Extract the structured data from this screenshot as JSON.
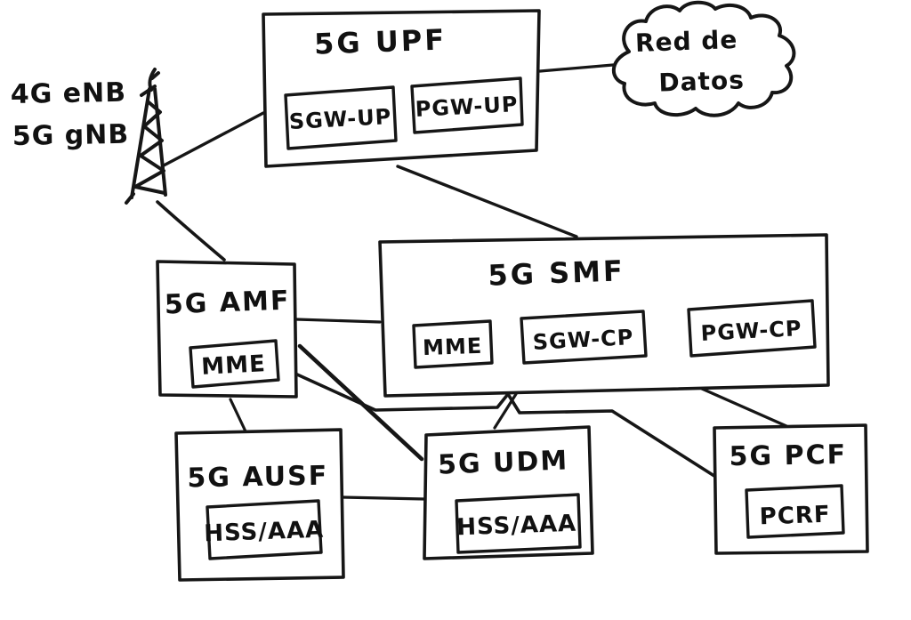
{
  "diagram": {
    "description": "Hand-drawn mapping of 4G EPC elements onto 5G core network functions",
    "colors": {
      "ink": "#161616",
      "background": "#ffffff"
    },
    "nodes": {
      "ran": {
        "line1": "4G eNB",
        "line2": "5G gNB",
        "icon": "radio-tower-icon"
      },
      "upf": {
        "title": "5G UPF",
        "sub1": "SGW-UP",
        "sub2": "PGW-UP"
      },
      "cloud": {
        "line1": "Red de",
        "line2": "Datos"
      },
      "amf": {
        "title": "5G AMF",
        "sub1": "MME"
      },
      "smf": {
        "title": "5G SMF",
        "sub1": "MME",
        "sub2": "SGW-CP",
        "sub3": "PGW-CP"
      },
      "ausf": {
        "title": "5G AUSF",
        "sub1": "HSS/AAA"
      },
      "udm": {
        "title": "5G UDM",
        "sub1": "HSS/AAA"
      },
      "pcf": {
        "title": "5G PCF",
        "sub1": "PCRF"
      }
    },
    "edges": [
      {
        "from": "ran-tower",
        "to": "5g-upf"
      },
      {
        "from": "ran-tower",
        "to": "5g-amf"
      },
      {
        "from": "5g-upf",
        "to": "red-de-datos-cloud"
      },
      {
        "from": "5g-upf",
        "to": "5g-smf"
      },
      {
        "from": "5g-amf",
        "to": "5g-smf"
      },
      {
        "from": "5g-amf",
        "to": "5g-udm"
      },
      {
        "from": "5g-amf",
        "to": "5g-ausf"
      },
      {
        "from": "5g-amf",
        "to": "5g-pcf",
        "note": "crosses over smf-udm link with a hop"
      },
      {
        "from": "5g-ausf",
        "to": "5g-udm"
      },
      {
        "from": "5g-smf",
        "to": "5g-udm"
      },
      {
        "from": "5g-smf",
        "to": "5g-pcf"
      }
    ]
  }
}
